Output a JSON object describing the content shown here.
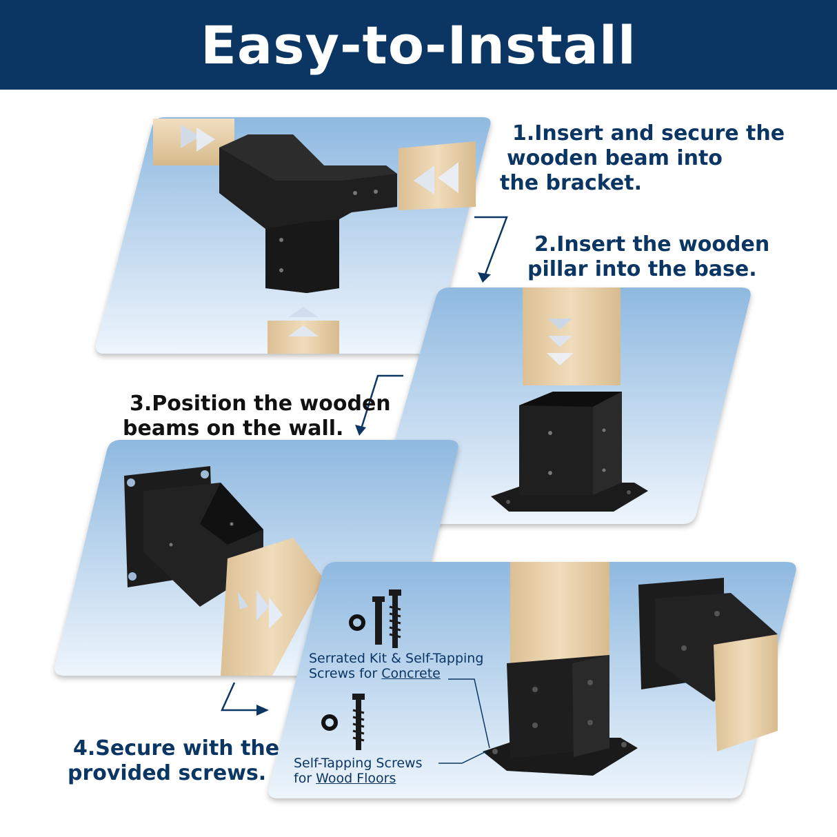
{
  "header": {
    "title": "Easy-to-Install"
  },
  "steps": [
    {
      "lines": [
        "1.Insert and secure the",
        "wooden beam into",
        "the bracket."
      ]
    },
    {
      "lines": [
        "2.Insert the wooden",
        "pillar into the base."
      ]
    },
    {
      "lines": [
        "3.Position the wooden",
        "beams on the wall."
      ]
    },
    {
      "lines": [
        "4.Secure with the",
        "provided screws."
      ]
    }
  ],
  "screw_labels": {
    "concrete": {
      "line1": "Serrated Kit & Self-Tapping",
      "line2_prefix": "Screws for ",
      "line2_underlined": "Concrete"
    },
    "wood": {
      "line1": "Self-Tapping Screws",
      "line2_prefix": "for ",
      "line2_underlined": "Wood Floors"
    }
  },
  "colors": {
    "banner": "#0b3663",
    "heading_text": "#0b3663",
    "bracket": "#1c1c1c",
    "wood": "#e7cfa7",
    "panel_sky_top": "#93bde3",
    "panel_sky_bottom": "#eef5fc"
  }
}
